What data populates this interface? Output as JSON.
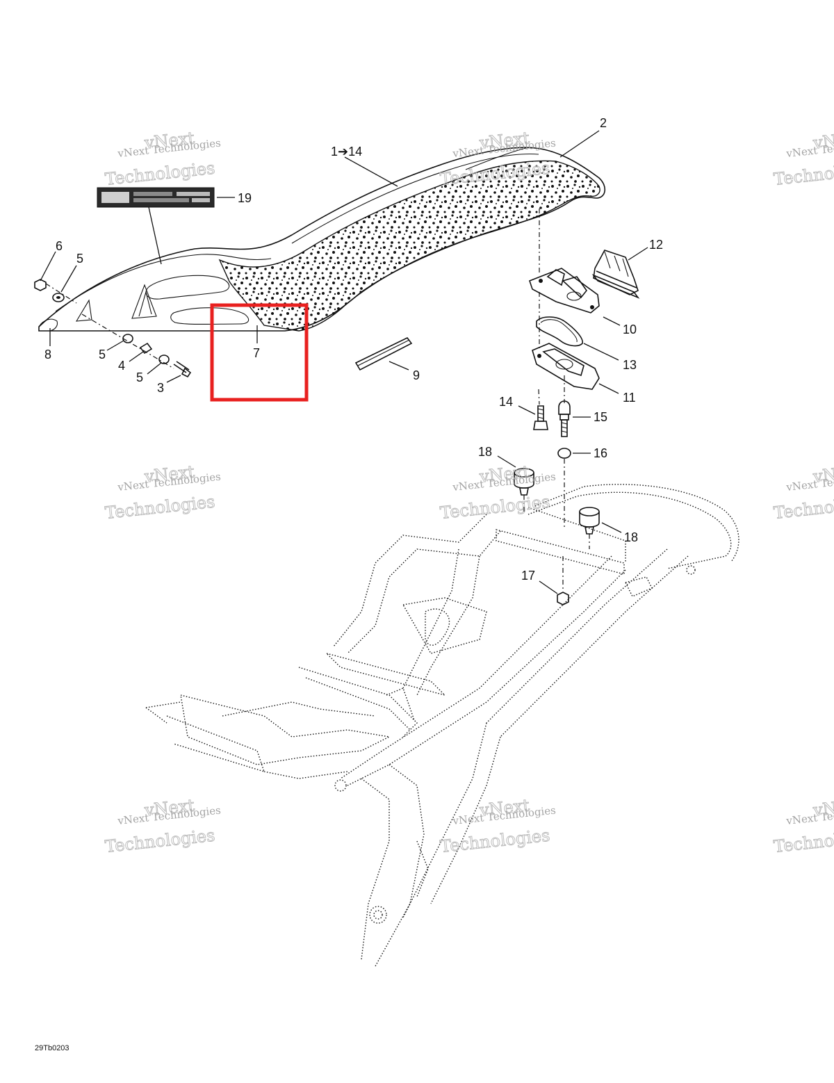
{
  "diagram": {
    "code": "29Tb0203",
    "callouts": {
      "c1_14": "1➔14",
      "c2": "2",
      "c3": "3",
      "c4": "4",
      "c5a": "5",
      "c5b": "5",
      "c5c": "5",
      "c6": "6",
      "c7": "7",
      "c8": "8",
      "c9": "9",
      "c10": "10",
      "c11": "11",
      "c12": "12",
      "c13": "13",
      "c14": "14",
      "c15": "15",
      "c16": "16",
      "c17": "17",
      "c18a": "18",
      "c18b": "18",
      "c19": "19"
    },
    "highlight_color": "#e8201f"
  },
  "watermark": {
    "line1": "vNext Technologies",
    "line2": "vNext",
    "line3": "Technologies"
  }
}
